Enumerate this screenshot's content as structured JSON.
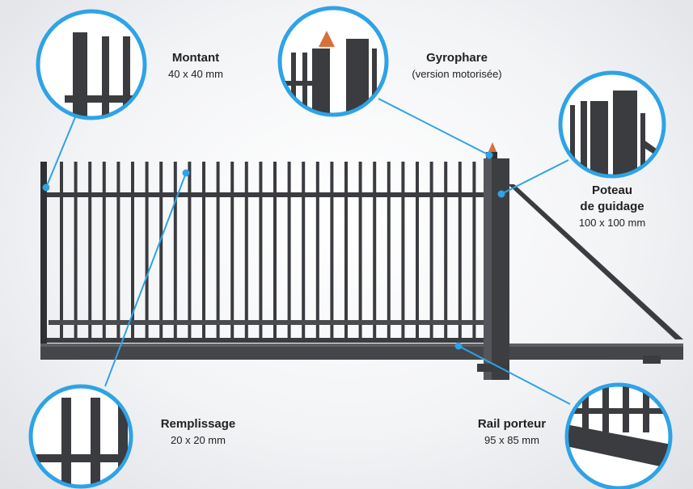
{
  "colors": {
    "accent": "#2ea3e6",
    "metal": "#3b3c40",
    "beacon": "#d9703a"
  },
  "labels": {
    "montant": {
      "title": "Montant",
      "size": "40 x 40 mm"
    },
    "gyrophare": {
      "title": "Gyrophare",
      "size": "(version motorisée)"
    },
    "poteau": {
      "title_line1": "Poteau",
      "title_line2": "de guidage",
      "size": "100 x 100 mm"
    },
    "remplissage": {
      "title": "Remplissage",
      "size": "20 x 20 mm"
    },
    "rail": {
      "title": "Rail porteur",
      "size": "95 x 85 mm"
    }
  }
}
